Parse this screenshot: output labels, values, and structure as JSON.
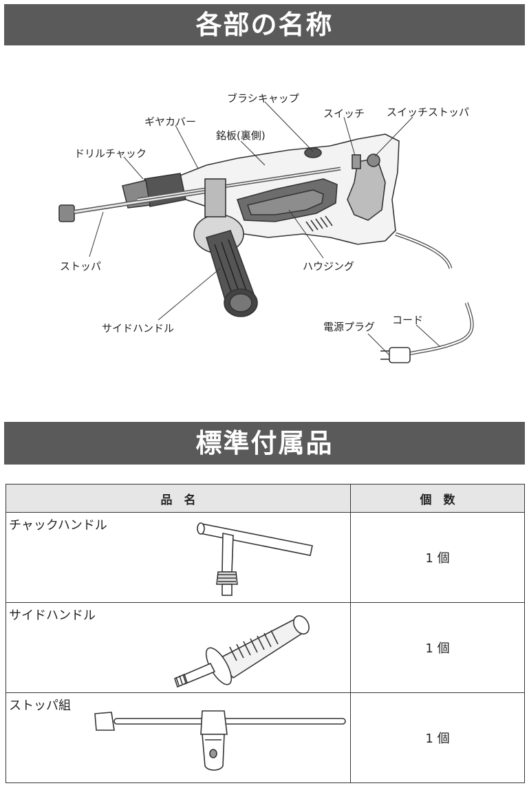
{
  "sections": {
    "parts_title": "各部の名称",
    "accessories_title": "標準付属品"
  },
  "diagram": {
    "labels": {
      "brush_cap": "ブラシキャップ",
      "switch": "スイッチ",
      "switch_stopper": "スイッチストッパ",
      "gear_cover": "ギヤカバー",
      "nameplate": "銘板(裏側)",
      "drill_chuck": "ドリルチャック",
      "stopper": "ストッパ",
      "housing": "ハウジング",
      "side_handle": "サイドハンドル",
      "power_plug": "電源プラグ",
      "cord": "コード"
    }
  },
  "accessories_table": {
    "headers": {
      "name": "品　名",
      "qty": "個　数"
    },
    "rows": [
      {
        "name": "チャックハンドル",
        "qty": "1 個",
        "icon": "chuck-handle-icon"
      },
      {
        "name": "サイドハンドル",
        "qty": "1 個",
        "icon": "side-handle-icon"
      },
      {
        "name": "ストッパ組",
        "qty": "1 個",
        "icon": "stopper-set-icon"
      }
    ]
  }
}
